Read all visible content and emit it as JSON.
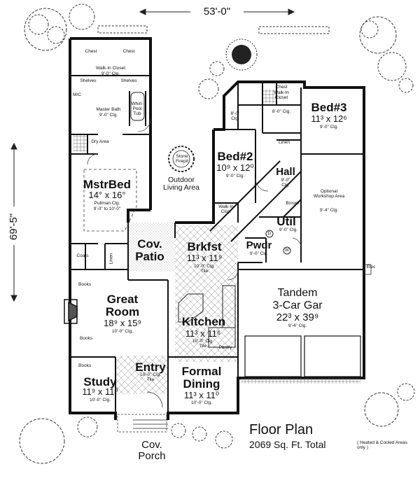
{
  "overall": {
    "width_dim": "53'-0\"",
    "depth_dim": "69'-5\""
  },
  "title": {
    "main": "Floor Plan",
    "total": "2069 Sq. Ft. Total",
    "note": "( Heated & Cooled Areas only )"
  },
  "rooms": {
    "walk_in_closet": {
      "name": "Walk-In Closet",
      "clg": "9'-0\" Clg."
    },
    "chest_left": "Chest",
    "chest_right": "Chest",
    "shelves_left": "Shelves",
    "shelves_right": "Shelves",
    "master_bath": {
      "name": "Master Bath",
      "clg": "9'-0\" Clg."
    },
    "whirlpool": "Whirl-Pool Tub",
    "mc": "M/C",
    "dry_area": "Dry Area",
    "mstr_bed": {
      "name": "MstrBed",
      "size": "14° x 16°",
      "clg1": "Pullman Clg.",
      "clg2": "9'-0\" to 10'-0\""
    },
    "coats": "Coats",
    "linen_mstr": "Linen",
    "outdoor_living": {
      "name": "Outdoor Living Area",
      "firepit": "Stone Firepit"
    },
    "cov_patio": {
      "name": "Cov. Patio"
    },
    "brkfst": {
      "name": "Brkfst",
      "size": "11³ x 11⁹",
      "clg": "10'-0\" Clg. Tile"
    },
    "great_room": {
      "name": "Great Room",
      "size": "18⁹ x 15⁹",
      "clg": "10'-0\" Clg."
    },
    "books_1": "Books",
    "books_2": "Books",
    "books_3": "Books",
    "kitchen": {
      "name": "Kitchen",
      "size": "11³ x 11⁶",
      "clg": "10'-0\" Clg. Tile"
    },
    "pantry": "Pantry",
    "study": {
      "name": "Study",
      "size": "11⁹ x 11⁰",
      "clg": "10'-0\" Clg."
    },
    "entry": {
      "name": "Entry",
      "clg": "10'-0\" Clg. Tile"
    },
    "formal_dining": {
      "name": "Formal Dining",
      "size": "11³ x 11⁰",
      "clg": "10'-0\" Clg."
    },
    "cov_porch": {
      "name": "Cov. Porch"
    },
    "bed2": {
      "name": "Bed#2",
      "size": "10⁹ x 12⁰",
      "clg": "9'-0\" Clg."
    },
    "walk_in_clos_bed2": "Walk-In Clos.",
    "bed3": {
      "name": "Bed#3",
      "size": "11³ x 12⁶",
      "clg": "9'-0\" Clg."
    },
    "chest_bed3": "Chest",
    "walk_in_closet_bed3": "Walk-In Closet",
    "bath_a_clg": "8'-0\" Clg.",
    "bath_b_clg": "8'-0\" Clg.",
    "linen_hall": "Linen",
    "hall": {
      "name": "Hall",
      "clg": "9'-0\" Clg."
    },
    "util": {
      "name": "Util",
      "clg": "9'-0\" Clg."
    },
    "broom": "Broom",
    "washer": "W",
    "dryer": "D",
    "pwdr": {
      "name": "Pwdr",
      "clg": "9'-0\" Clg."
    },
    "workshop": {
      "name": "Optional Workshop Area",
      "clg": "9'-4\" Clg."
    },
    "garage": {
      "name1": "Tandem",
      "name2": "3-Car Gar",
      "size": "22³ x 39⁹",
      "clg": "9'-4\" Clg."
    },
    "elec": "Elec"
  }
}
